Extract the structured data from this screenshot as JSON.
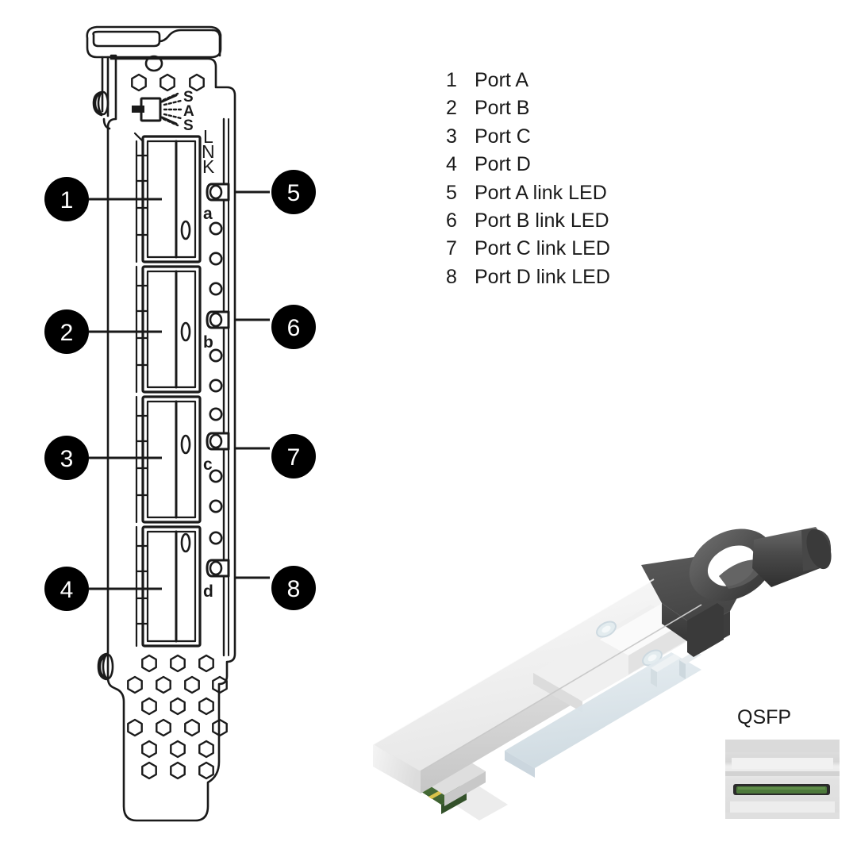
{
  "figure": {
    "type": "technical-line-diagram",
    "subject": "SAS host bus adapter low-profile bracket with four QSFP ports"
  },
  "legend": {
    "items": [
      {
        "number": "1",
        "label": "Port A"
      },
      {
        "number": "2",
        "label": "Port B"
      },
      {
        "number": "3",
        "label": "Port C"
      },
      {
        "number": "4",
        "label": "Port D"
      },
      {
        "number": "5",
        "label": "Port A link LED"
      },
      {
        "number": "6",
        "label": "Port B link LED"
      },
      {
        "number": "7",
        "label": "Port C link LED"
      },
      {
        "number": "8",
        "label": "Port D link LED"
      }
    ]
  },
  "card": {
    "faceplate_markings": {
      "sas_logo_text": "SAS",
      "sas_logo_letters": [
        "S",
        "A",
        "S"
      ],
      "link_label": "LNK",
      "link_label_letters": [
        "L",
        "N",
        "K"
      ],
      "port_letters": [
        "a",
        "b",
        "c",
        "d"
      ]
    },
    "callouts": [
      {
        "number": "1",
        "side": "left",
        "target": "port-a"
      },
      {
        "number": "2",
        "side": "left",
        "target": "port-b"
      },
      {
        "number": "3",
        "side": "left",
        "target": "port-c"
      },
      {
        "number": "4",
        "side": "left",
        "target": "port-d"
      },
      {
        "number": "5",
        "side": "right",
        "target": "port-a-link-led"
      },
      {
        "number": "6",
        "side": "right",
        "target": "port-b-link-led"
      },
      {
        "number": "7",
        "side": "right",
        "target": "port-c-link-led"
      },
      {
        "number": "8",
        "side": "right",
        "target": "port-d-link-led"
      }
    ]
  },
  "cable": {
    "caption": "QSFP",
    "connector_type": "QSFP",
    "has_pull_ring": true
  },
  "colors": {
    "line": "#1a1a1a",
    "callout_fill": "#000000",
    "callout_text": "#ffffff",
    "text": "#1a1a1a",
    "background": "#ffffff",
    "module_body_light": "#f2f2f2",
    "module_body_mid": "#d8d8d8",
    "module_body_shadow": "#bfbfbf",
    "module_tint": "#dde6ea",
    "pull_tab_dark": "#4a4a4a",
    "pull_tab_darker": "#3a3a3a",
    "pull_tab_light": "#6a6a6a",
    "pcb_green": "#4e7a3c",
    "pcb_green_dark": "#3c5f2e",
    "gold_contact": "#d8c24a",
    "cage_grey": "#e3e3e3",
    "cage_grey_dark": "#cfcfcf"
  }
}
